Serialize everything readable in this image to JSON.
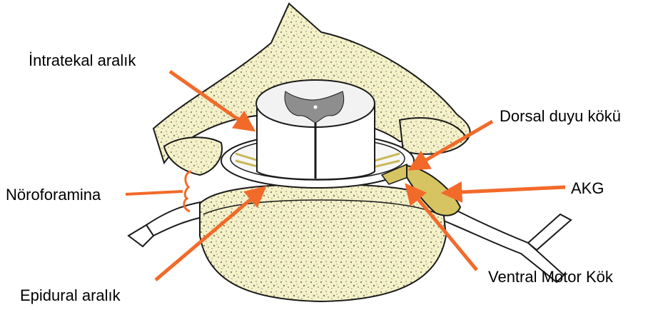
{
  "labels": {
    "intratekal": "İntratekal aralık",
    "dorsal": "Dorsal duyu kökü",
    "akg": "AKG",
    "noroforamina": "Nöroforamina",
    "ventral": "Ventral Motor Kök",
    "epidural": "Epidural aralık"
  },
  "colors": {
    "arrow": "#f26a2a",
    "bone": "#f5f1c8",
    "cord_gray_matter": "#8e8e8e",
    "cord_white_matter": "#f2f2f2",
    "ganglion": "#d6c463",
    "outline": "#1a1a1a"
  }
}
